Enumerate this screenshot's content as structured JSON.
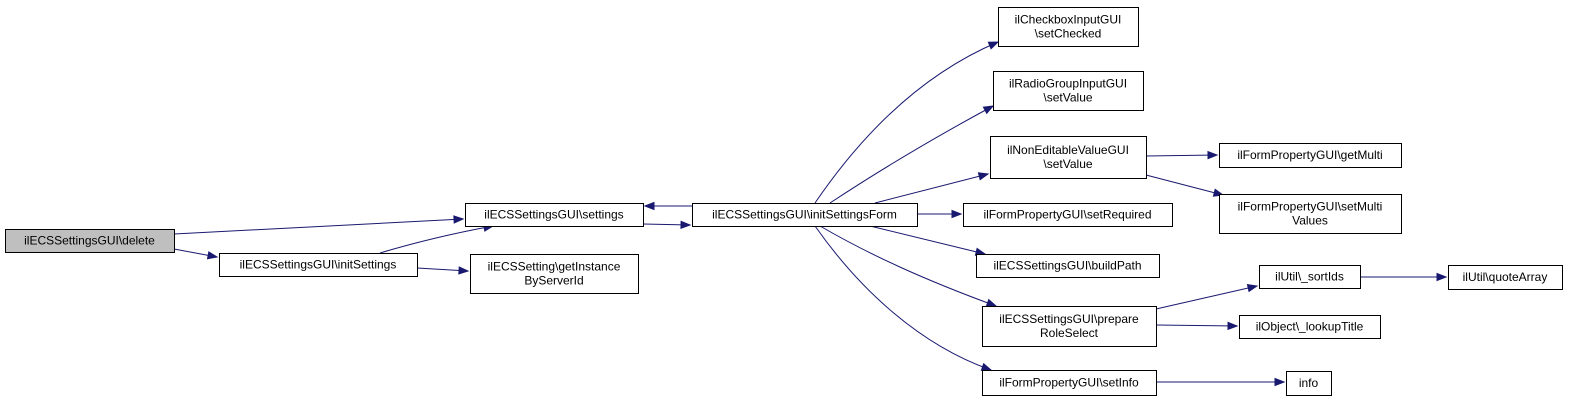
{
  "diagram": {
    "colors": {
      "edge": "#191970",
      "node_fill": "#ffffff",
      "root_fill": "#bfbfbf",
      "node_border": "#000000"
    },
    "nodes": [
      {
        "id": "delete",
        "lines": [
          "ilECSSettingsGUI\\delete"
        ],
        "root": true
      },
      {
        "id": "settings",
        "lines": [
          "ilECSSettingsGUI\\settings"
        ]
      },
      {
        "id": "initSettings",
        "lines": [
          "ilECSSettingsGUI\\initSettings"
        ]
      },
      {
        "id": "getInstance",
        "lines": [
          "ilECSSetting\\getInstance",
          "ByServerId"
        ]
      },
      {
        "id": "initSettingsForm",
        "lines": [
          "ilECSSettingsGUI\\initSettingsForm"
        ]
      },
      {
        "id": "setChecked",
        "lines": [
          "ilCheckboxInputGUI",
          "\\setChecked"
        ]
      },
      {
        "id": "radioSetValue",
        "lines": [
          "ilRadioGroupInputGUI",
          "\\setValue"
        ]
      },
      {
        "id": "nonEditSetValue",
        "lines": [
          "ilNonEditableValueGUI",
          "\\setValue"
        ]
      },
      {
        "id": "setRequired",
        "lines": [
          "ilFormPropertyGUI\\setRequired"
        ]
      },
      {
        "id": "buildPath",
        "lines": [
          "ilECSSettingsGUI\\buildPath"
        ]
      },
      {
        "id": "prepareRoleSelect",
        "lines": [
          "ilECSSettingsGUI\\prepare",
          "RoleSelect"
        ]
      },
      {
        "id": "setInfo",
        "lines": [
          "ilFormPropertyGUI\\setInfo"
        ]
      },
      {
        "id": "getMulti",
        "lines": [
          "ilFormPropertyGUI\\getMulti"
        ]
      },
      {
        "id": "setMultiValues",
        "lines": [
          "ilFormPropertyGUI\\setMulti",
          "Values"
        ]
      },
      {
        "id": "sortIds",
        "lines": [
          "ilUtil\\_sortIds"
        ]
      },
      {
        "id": "lookupTitle",
        "lines": [
          "ilObject\\_lookupTitle"
        ]
      },
      {
        "id": "quoteArray",
        "lines": [
          "ilUtil\\quoteArray"
        ]
      },
      {
        "id": "info",
        "lines": [
          "info"
        ]
      }
    ],
    "edges": [
      {
        "from": "delete",
        "to": "settings"
      },
      {
        "from": "delete",
        "to": "initSettings"
      },
      {
        "from": "initSettings",
        "to": "settings"
      },
      {
        "from": "initSettings",
        "to": "getInstance"
      },
      {
        "from": "settings",
        "to": "initSettingsForm"
      },
      {
        "from": "initSettingsForm",
        "to": "settings"
      },
      {
        "from": "initSettingsForm",
        "to": "setChecked"
      },
      {
        "from": "initSettingsForm",
        "to": "radioSetValue"
      },
      {
        "from": "initSettingsForm",
        "to": "nonEditSetValue"
      },
      {
        "from": "initSettingsForm",
        "to": "setRequired"
      },
      {
        "from": "initSettingsForm",
        "to": "buildPath"
      },
      {
        "from": "initSettingsForm",
        "to": "prepareRoleSelect"
      },
      {
        "from": "initSettingsForm",
        "to": "setInfo"
      },
      {
        "from": "nonEditSetValue",
        "to": "getMulti"
      },
      {
        "from": "nonEditSetValue",
        "to": "setMultiValues"
      },
      {
        "from": "prepareRoleSelect",
        "to": "sortIds"
      },
      {
        "from": "prepareRoleSelect",
        "to": "lookupTitle"
      },
      {
        "from": "sortIds",
        "to": "quoteArray"
      },
      {
        "from": "setInfo",
        "to": "info"
      }
    ]
  }
}
